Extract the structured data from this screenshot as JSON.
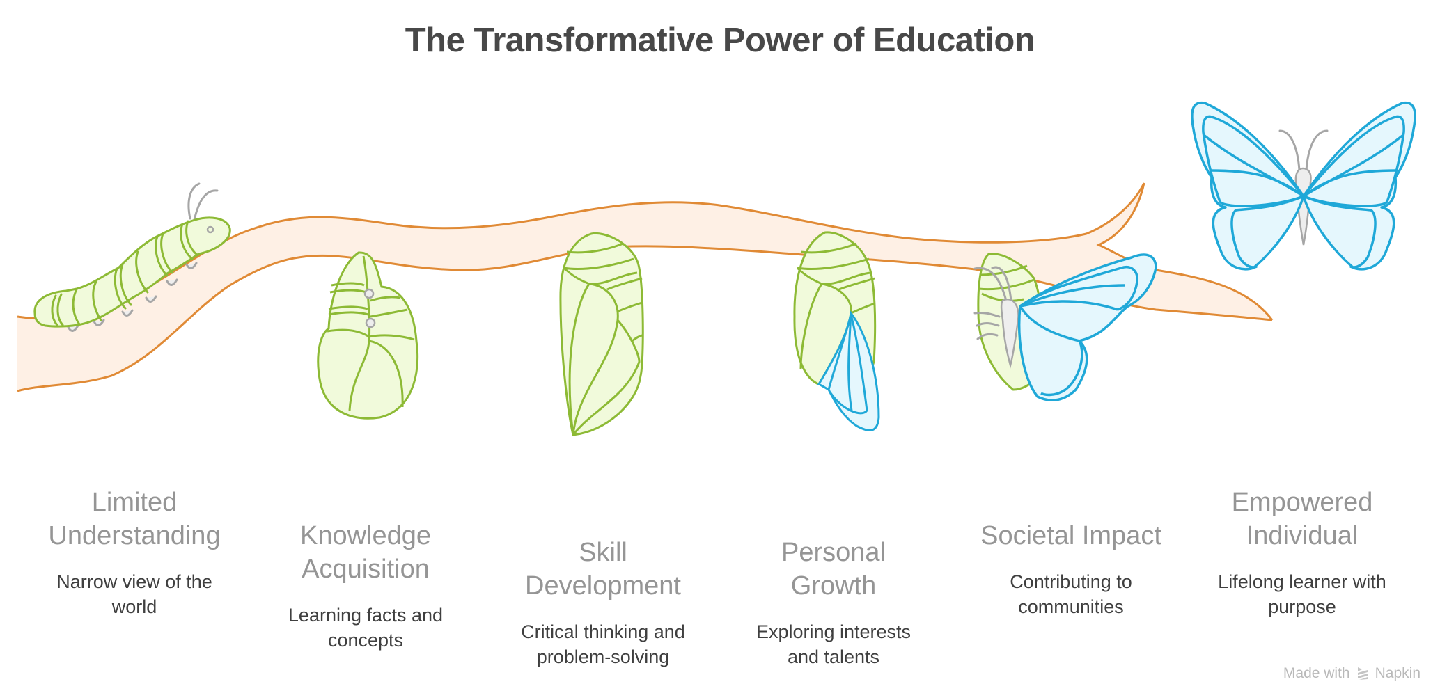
{
  "title": "The Transformative Power of Education",
  "colors": {
    "title": "#484848",
    "heading": "#959595",
    "description": "#3f3f3f",
    "branch_stroke": "#E08A35",
    "branch_fill": "#FEF0E5",
    "larva_stroke": "#8DBA35",
    "larva_fill": "#F1FADB",
    "wing_stroke": "#1FA8D8",
    "wing_fill": "#E5F7FD",
    "antenna": "#A6A6A6"
  },
  "stages": [
    {
      "heading": "Limited Understanding",
      "heading_lines": [
        "Limited",
        "Understanding"
      ],
      "description": "Narrow view of the world",
      "icon": "caterpillar-icon"
    },
    {
      "heading": "Knowledge Acquisition",
      "heading_lines": [
        "Knowledge",
        "Acquisition"
      ],
      "description": "Learning facts and concepts",
      "icon": "curled-chrysalis-icon"
    },
    {
      "heading": "Skill Development",
      "heading_lines": [
        "Skill",
        "Development"
      ],
      "description": "Critical thinking and problem-solving",
      "icon": "chrysalis-icon"
    },
    {
      "heading": "Personal Growth",
      "heading_lines": [
        "Personal",
        "Growth"
      ],
      "description": "Exploring interests and talents",
      "icon": "chrysalis-emerging-wing-icon"
    },
    {
      "heading": "Societal Impact",
      "heading_lines": [
        "Societal Impact"
      ],
      "description": "Contributing to communities",
      "icon": "butterfly-emerging-icon"
    },
    {
      "heading": "Empowered Individual",
      "heading_lines": [
        "Empowered",
        "Individual"
      ],
      "description": "Lifelong learner with purpose",
      "icon": "butterfly-icon"
    }
  ],
  "footer": {
    "made_with": "Made with",
    "brand": "Napkin",
    "icon": "napkin-logo-icon"
  }
}
